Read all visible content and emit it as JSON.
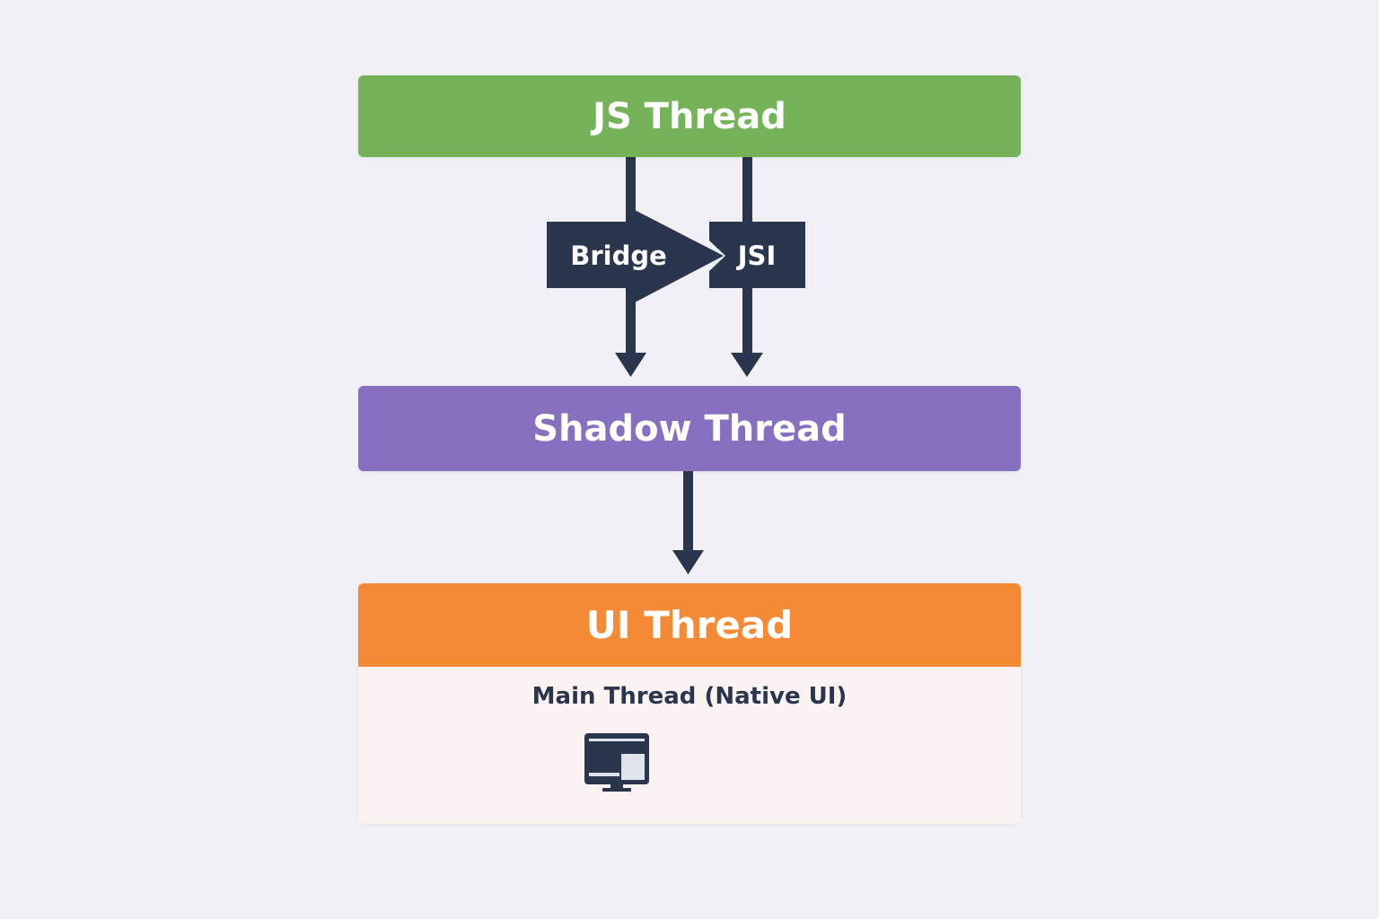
{
  "colors": {
    "background": "#f0f0f6",
    "js_thread": "#74b357",
    "shadow_thread": "#8770bf",
    "ui_thread": "#f58a35",
    "ui_body": "#fbf3f1",
    "navy": "#2a364d"
  },
  "threads": {
    "js": {
      "label": "JS Thread"
    },
    "shadow": {
      "label": "Shadow Thread"
    },
    "ui": {
      "label": "UI Thread",
      "subtitle": "Main Thread (Native UI)",
      "icon": "monitor-icon"
    }
  },
  "connectors": {
    "bridge_label": "Bridge",
    "jsi_label": "JSI"
  }
}
